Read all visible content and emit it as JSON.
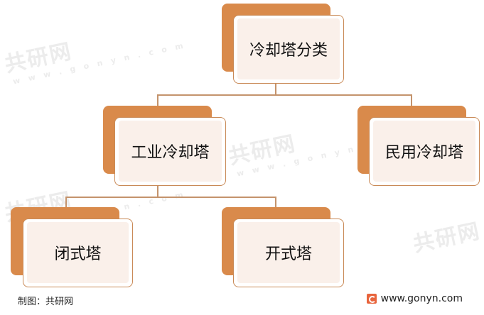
{
  "watermark": {
    "brand": "共研网",
    "url": "w w w . g o n y n . c o m"
  },
  "tree": {
    "root": "冷却塔分类",
    "level1": [
      "工业冷却塔",
      "民用冷却塔"
    ],
    "level2": [
      "闭式塔",
      "开式塔"
    ]
  },
  "footer": {
    "credit": "制图：共研网",
    "site": "www.gonyn.com"
  },
  "colors": {
    "accent": "#d98a4b",
    "border": "#c98a57",
    "inner_fill": "#faf0ea",
    "connector": "#c4936c"
  }
}
